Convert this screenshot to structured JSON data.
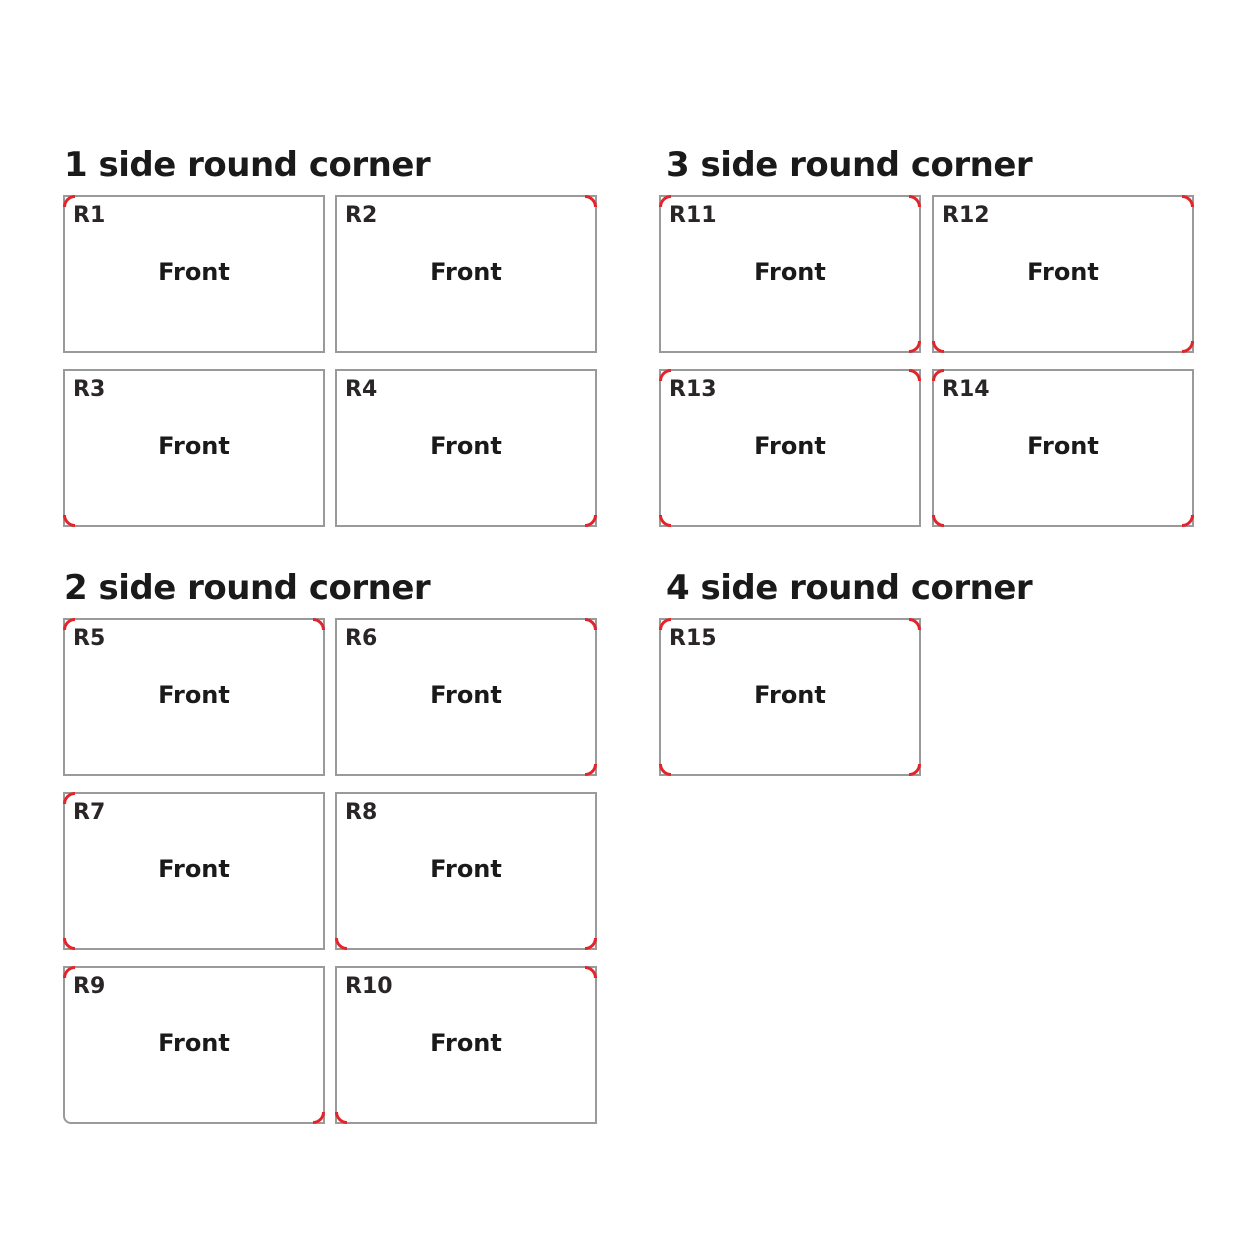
{
  "sections": {
    "one_side": {
      "title": "1 side round corner"
    },
    "two_side": {
      "title": "2 side round corner"
    },
    "three_side": {
      "title": "3 side round corner"
    },
    "four_side": {
      "title": "4 side round corner"
    }
  },
  "cards": [
    {
      "code": "R1",
      "face": "Front",
      "rounded_corners": [
        "top-left"
      ]
    },
    {
      "code": "R2",
      "face": "Front",
      "rounded_corners": [
        "top-right"
      ]
    },
    {
      "code": "R3",
      "face": "Front",
      "rounded_corners": [
        "bottom-left"
      ]
    },
    {
      "code": "R4",
      "face": "Front",
      "rounded_corners": [
        "bottom-right"
      ]
    },
    {
      "code": "R5",
      "face": "Front",
      "rounded_corners": [
        "top-left",
        "top-right"
      ]
    },
    {
      "code": "R6",
      "face": "Front",
      "rounded_corners": [
        "top-right",
        "bottom-right"
      ]
    },
    {
      "code": "R7",
      "face": "Front",
      "rounded_corners": [
        "top-left",
        "bottom-left"
      ]
    },
    {
      "code": "R8",
      "face": "Front",
      "rounded_corners": [
        "bottom-left",
        "bottom-right"
      ]
    },
    {
      "code": "R9",
      "face": "Front",
      "rounded_corners": [
        "top-left",
        "bottom-right"
      ]
    },
    {
      "code": "R10",
      "face": "Front",
      "rounded_corners": [
        "top-right",
        "bottom-left"
      ]
    },
    {
      "code": "R11",
      "face": "Front",
      "rounded_corners": [
        "top-left",
        "top-right",
        "bottom-right"
      ]
    },
    {
      "code": "R12",
      "face": "Front",
      "rounded_corners": [
        "top-right",
        "bottom-left",
        "bottom-right"
      ]
    },
    {
      "code": "R13",
      "face": "Front",
      "rounded_corners": [
        "top-left",
        "top-right",
        "bottom-left"
      ]
    },
    {
      "code": "R14",
      "face": "Front",
      "rounded_corners": [
        "top-left",
        "bottom-left",
        "bottom-right"
      ]
    },
    {
      "code": "R15",
      "face": "Front",
      "rounded_corners": [
        "top-left",
        "top-right",
        "bottom-left",
        "bottom-right"
      ]
    }
  ],
  "colors": {
    "corner_marker": "#e3242b",
    "card_border": "#9a9a9a",
    "text": "#1a1a1a"
  }
}
